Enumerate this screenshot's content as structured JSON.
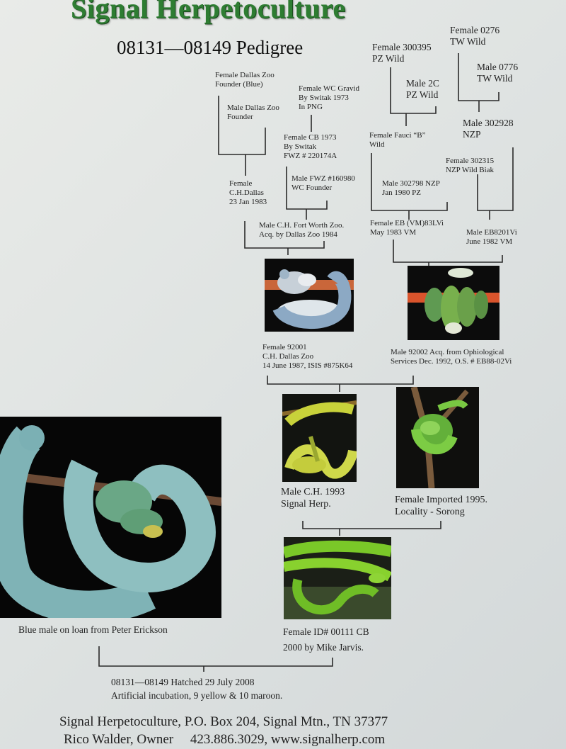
{
  "brand": "Signal Herpetoculture",
  "pedigree_title": "08131—08149 Pedigree",
  "nodes": {
    "dallas_female": "Female Dallas Zoo\nFounder  (Blue)",
    "dallas_male": "Male Dallas Zoo\nFounder",
    "wc_gravid": "Female WC Gravid\nBy Switak 1973\nIn PNG",
    "cb_1973": "Female CB 1973\nBy Switak\nFWZ # 220174A",
    "fwz_male": "Male FWZ #160980\nWC Founder",
    "ch_dallas": "Female\nC.H.Dallas\n23 Jan 1983",
    "fort_worth": "Male C.H. Fort Worth Zoo.\nAcq. by Dallas Zoo 1984",
    "f300395": "Female 300395\nPZ Wild",
    "m2c": "Male 2C\nPZ Wild",
    "f0276": "Female 0276\nTW Wild",
    "m0776": "Male 0776\nTW Wild",
    "fauci": "Female Fauci “B”\nWild",
    "m302928": "Male 302928\nNZP",
    "f302315": "Female 302315\nNZP Wild Biak",
    "m302798": "Male 302798 NZP\nJan 1980 PZ",
    "eb_vm": "Female EB (VM)83LVi\nMay 1983 VM",
    "eb8201": "Male EB8201Vi\nJune 1982 VM",
    "f92001": "Female 92001\nC.H. Dallas Zoo\n14 June 1987, ISIS #875K64",
    "m92002": "Male 92002 Acq. from Ophiological\nServices Dec. 1992, O.S. # EB88-02Vi",
    "ch1993": "Male C.H. 1993\nSignal Herp.",
    "imported1995": "Female Imported 1995.\nLocality - Sorong",
    "id00111": "Female ID# 00111 CB\n2000 by Mike Jarvis.",
    "blue_male": "Blue male on loan from Peter Erickson",
    "hatch": "08131—08149 Hatched 29 July 2008\nArtificial incubation, 9 yellow & 10 maroon."
  },
  "footer": {
    "line1": "Signal Herpetoculture, P.O. Box 204, Signal Mtn., TN 37377",
    "line2": "Rico Walder, Owner     423.886.3029, www.signalherp.com"
  },
  "colors": {
    "background": "#dfe3e2",
    "brand_green": "#2e7d32",
    "snake_blue": "#7fb0b8",
    "snake_green": "#8fc43a"
  }
}
